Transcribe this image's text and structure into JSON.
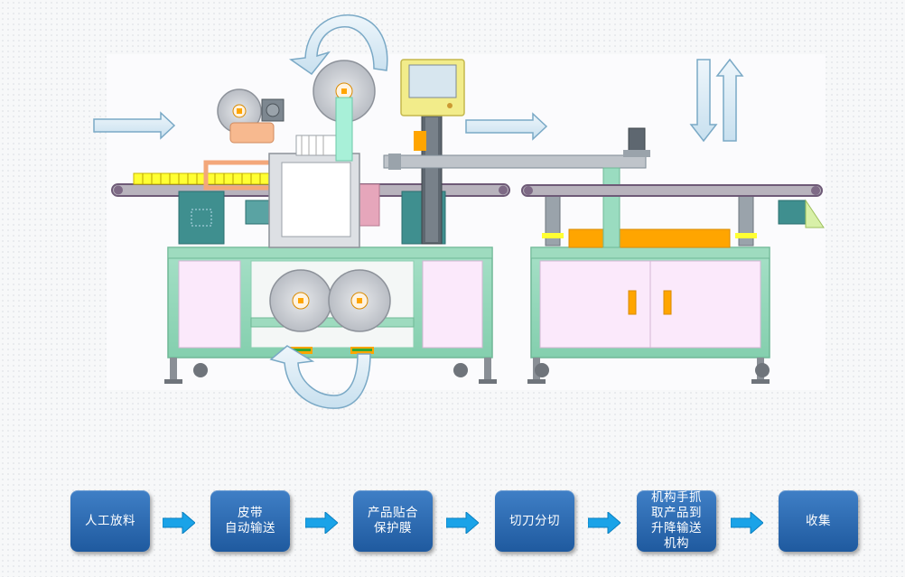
{
  "process_steps": [
    {
      "label": "人工放料"
    },
    {
      "label": "皮带\n自动输送"
    },
    {
      "label": "产品贴合\n保护膜"
    },
    {
      "label": "切刀分切"
    },
    {
      "label": "机构手抓\n取产品到\n升降输送\n机构"
    },
    {
      "label": "收集"
    }
  ],
  "colors": {
    "step_box": "#2a6bb5",
    "flow_arrow": "#1aa3e8",
    "machine_frame": "#93d8bb",
    "cabinet_panel": "#fbe9fb",
    "roller": "#c8ccd2",
    "belt": "#7e6a86",
    "accent_orange": "#ffa500",
    "accent_yellow": "#ffff00",
    "teal_box": "#3f8f8f",
    "pink_block": "#e6a6bb",
    "screen_frame": "#f2ec8a",
    "indicator_arrow": "#d6e8f3"
  },
  "icons": [
    "feed-direction-arrow",
    "rotation-arrow",
    "lift-up-arrow",
    "lift-down-arrow",
    "flow-right-arrow"
  ]
}
